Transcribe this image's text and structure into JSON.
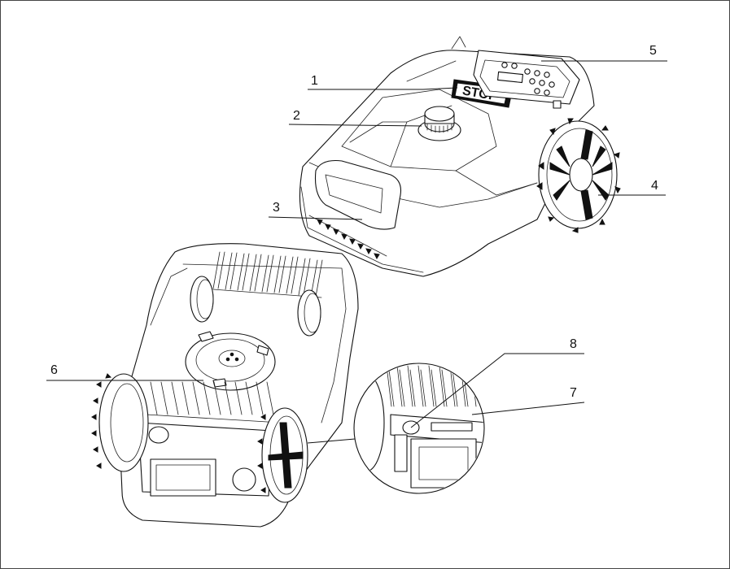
{
  "callouts": [
    {
      "number": "1"
    },
    {
      "number": "2"
    },
    {
      "number": "3"
    },
    {
      "number": "4"
    },
    {
      "number": "5"
    },
    {
      "number": "6"
    },
    {
      "number": "7"
    },
    {
      "number": "8"
    }
  ],
  "stop_button_label": "STOP"
}
